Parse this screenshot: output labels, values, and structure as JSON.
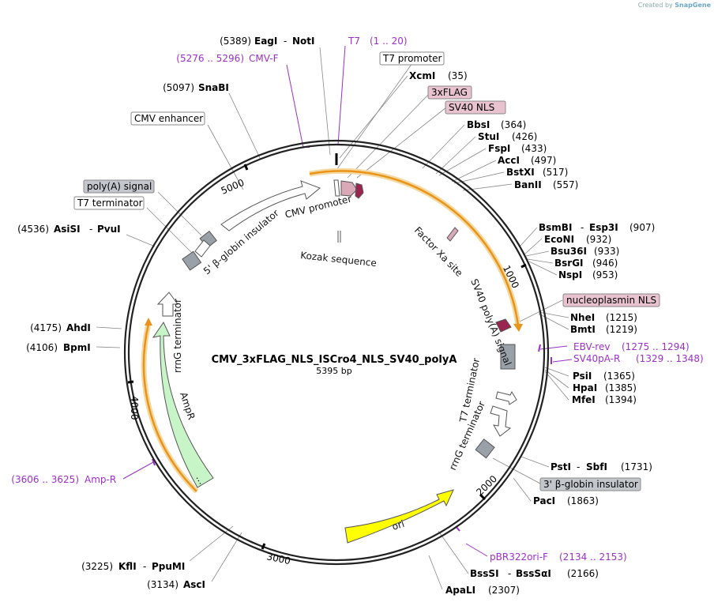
{
  "credit": {
    "prefix": "Created by",
    "brand": "SnapGene"
  },
  "plasmid": {
    "name": "CMV_3xFLAG_NLS_ISCro4_NLS_SV40_polyA",
    "size": "5395 bp"
  },
  "ticks": [
    "1000",
    "2000",
    "3000",
    "4000",
    "5000"
  ],
  "sites": [
    {
      "pos": "(5389)",
      "name": "EagI",
      "sep": "-",
      "name2": "NotI"
    },
    {
      "pos": "(5097)",
      "name": "SnaBI"
    },
    {
      "pos": "(4536)",
      "name": "AsiSI",
      "sep": "-",
      "name2": "PvuI"
    },
    {
      "pos": "(4175)",
      "name": "AhdI"
    },
    {
      "pos": "(4106)",
      "name": "BpmI"
    },
    {
      "pos": "(3225)",
      "name": "KflI",
      "sep": "-",
      "name2": "PpuMI"
    },
    {
      "pos": "(3134)",
      "name": "AscI"
    },
    {
      "name": "XcmI",
      "pos": "(35)"
    },
    {
      "name": "BbsI",
      "pos": "(364)"
    },
    {
      "name": "StuI",
      "pos": "(426)"
    },
    {
      "name": "FspI",
      "pos": "(433)"
    },
    {
      "name": "AccI",
      "pos": "(497)"
    },
    {
      "name": "BstXI",
      "pos": "(517)"
    },
    {
      "name": "BanII",
      "pos": "(557)"
    },
    {
      "name": "BsmBI",
      "sep": "-",
      "name2": "Esp3I",
      "pos": "(907)"
    },
    {
      "name": "EcoNI",
      "pos": "(932)"
    },
    {
      "name": "Bsu36I",
      "pos": "(933)"
    },
    {
      "name": "BsrGI",
      "pos": "(946)"
    },
    {
      "name": "NspI",
      "pos": "(953)"
    },
    {
      "name": "NheI",
      "pos": "(1215)"
    },
    {
      "name": "BmtI",
      "pos": "(1219)"
    },
    {
      "name": "PsiI",
      "pos": "(1365)"
    },
    {
      "name": "HpaI",
      "pos": "(1385)"
    },
    {
      "name": "MfeI",
      "pos": "(1394)"
    },
    {
      "name": "PstI",
      "sep": "-",
      "name2": "SbfI",
      "pos": "(1731)"
    },
    {
      "name": "PacI",
      "pos": "(1863)"
    },
    {
      "name": "BssSI",
      "sep": "-",
      "name2": "BssSαI",
      "pos": "(2166)"
    },
    {
      "name": "ApaLI",
      "pos": "(2307)"
    }
  ],
  "primers": [
    {
      "name": "T7",
      "range": "(1 .. 20)"
    },
    {
      "range": "(5276 .. 5296)",
      "name": "CMV-F"
    },
    {
      "name": "EBV-rev",
      "range": "(1275 .. 1294)"
    },
    {
      "name": "SV40pA-R",
      "range": "(1329 .. 1348)"
    },
    {
      "range": "(3606 .. 3625)",
      "name": "Amp-R"
    },
    {
      "name": "pBR322ori-F",
      "range": "(2134 .. 2153)"
    }
  ],
  "boxed_labels": {
    "t7_promoter": "T7 promoter",
    "flag3x": "3xFLAG",
    "sv40_nls": "SV40 NLS",
    "cmv_enhancer": "CMV enhancer",
    "polya_signal": "poly(A) signal",
    "t7_terminator": "T7 terminator",
    "nucleoplasmin_nls": "nucleoplasmin NLS",
    "beta_globin_3": "3' β-globin insulator"
  },
  "inner_labels": {
    "cmv_promoter": "CMV promoter",
    "beta_globin_5": "5' β-globin insulator",
    "kozak": "Kozak sequence",
    "factor_xa": "Factor Xa site",
    "sv40_polya": "SV40 poly(A) signal",
    "t7_terminator": "T7 terminator",
    "rrng_terminator_right": "rrnG terminator",
    "rrng_terminator_left": "rrnG terminator",
    "ampr": "AmpR",
    "ori": "ori",
    "ellipsis": "..."
  },
  "colors": {
    "backbone": "#222222",
    "orange_arc": "#f0a020",
    "primer": "#9b30c9",
    "flag": "#d9a9b8",
    "nls": "#9a2650",
    "grey_feature": "#9aa0a8",
    "ampr": "#c8f5c8",
    "ori": "#ffff00"
  }
}
